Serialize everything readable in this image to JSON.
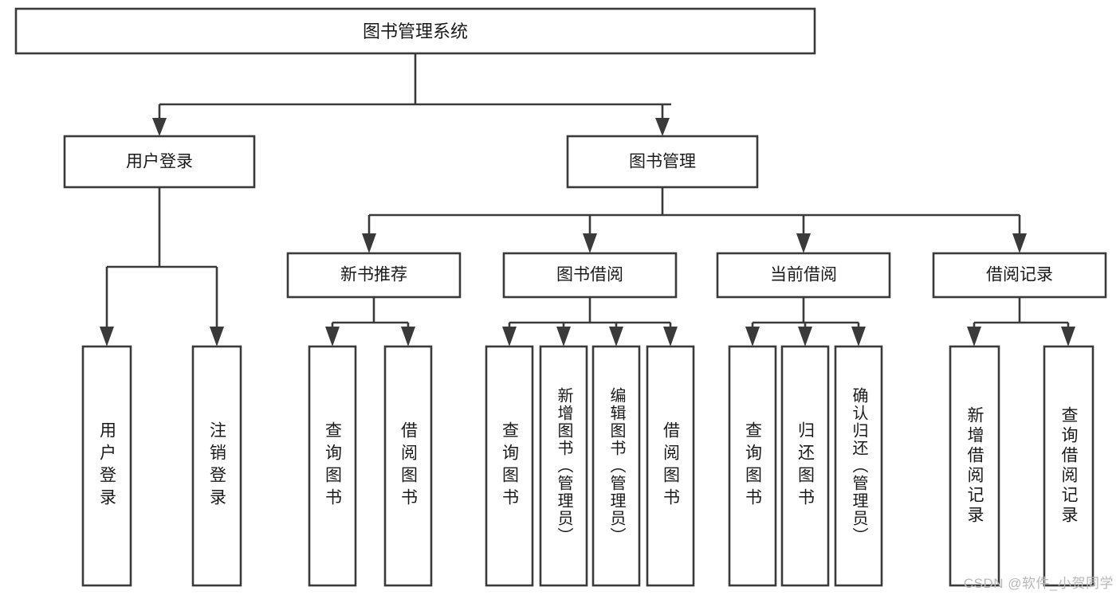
{
  "diagram": {
    "type": "tree-hierarchy",
    "orientation": "top-down",
    "root": {
      "id": "root",
      "label": "图书管理系统"
    },
    "level2": [
      {
        "id": "user-login",
        "label": "用户登录"
      },
      {
        "id": "book-management",
        "label": "图书管理"
      }
    ],
    "level3": [
      {
        "id": "new-book-recommend",
        "label": "新书推荐",
        "parent": "book-management"
      },
      {
        "id": "book-borrow",
        "label": "图书借阅",
        "parent": "book-management"
      },
      {
        "id": "current-borrow",
        "label": "当前借阅",
        "parent": "book-management"
      },
      {
        "id": "borrow-record",
        "label": "借阅记录",
        "parent": "book-management"
      }
    ],
    "leaves": {
      "user-login": [
        {
          "id": "leaf-user-login",
          "label": "用户登录"
        },
        {
          "id": "leaf-user-logout",
          "label": "注销登录"
        }
      ],
      "new-book-recommend": [
        {
          "id": "leaf-query-book-1",
          "label": "查询图书"
        },
        {
          "id": "leaf-borrow-book-1",
          "label": "借阅图书"
        }
      ],
      "book-borrow": [
        {
          "id": "leaf-query-book-2",
          "label": "查询图书"
        },
        {
          "id": "leaf-add-book",
          "label": "新增图书（管理员）"
        },
        {
          "id": "leaf-edit-book",
          "label": "编辑图书（管理员）"
        },
        {
          "id": "leaf-borrow-book-2",
          "label": "借阅图书"
        }
      ],
      "current-borrow": [
        {
          "id": "leaf-query-book-3",
          "label": "查询图书"
        },
        {
          "id": "leaf-return-book",
          "label": "归还图书"
        },
        {
          "id": "leaf-confirm-return",
          "label": "确认归还（管理员）"
        }
      ],
      "borrow-record": [
        {
          "id": "leaf-add-record",
          "label": "新增借阅记录"
        },
        {
          "id": "leaf-query-record",
          "label": "查询借阅记录"
        }
      ]
    }
  },
  "watermark": {
    "text": "CSDN @软件_小贺同学"
  },
  "colors": {
    "background": "#ffffff",
    "box_fill": "#ffffff",
    "box_stroke": "#3a3a3a",
    "text": "#1a1a1a",
    "watermark": "#b8b8b8"
  }
}
